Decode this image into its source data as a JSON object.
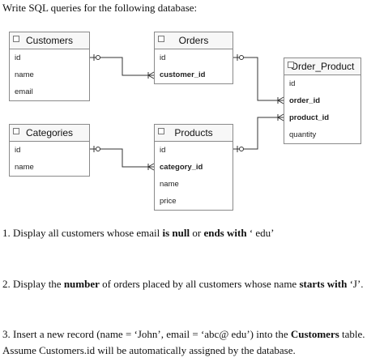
{
  "heading": "Write SQL queries for the following database:",
  "tables": {
    "customers": {
      "name": "Customers",
      "fields": [
        "id",
        "name",
        "email"
      ]
    },
    "orders": {
      "name": "Orders",
      "fields": [
        "id",
        "customer_id"
      ]
    },
    "order_product": {
      "name": "Order_Product",
      "fields": [
        "id",
        "order_id",
        "product_id",
        "quantity"
      ]
    },
    "categories": {
      "name": "Categories",
      "fields": [
        "id",
        "name"
      ]
    },
    "products": {
      "name": "Products",
      "fields": [
        "id",
        "category_id",
        "name",
        "price"
      ]
    }
  },
  "q1": {
    "a": "1. Display all customers whose email ",
    "b": "is null",
    "c": " or ",
    "d": "ends with",
    "e": " ‘      edu’"
  },
  "q2": {
    "a": "2. Display the ",
    "b": "number",
    "c": " of orders placed by all customers whose name ",
    "d": "starts with",
    "e": " ‘J’."
  },
  "q3": {
    "a": "3. Insert a new record (name = ‘John’, email = ‘abc@      edu’) into the ",
    "b": "Customers",
    "c": " table."
  },
  "q3_note": "Assume Customers.id will be automatically assigned by the database."
}
